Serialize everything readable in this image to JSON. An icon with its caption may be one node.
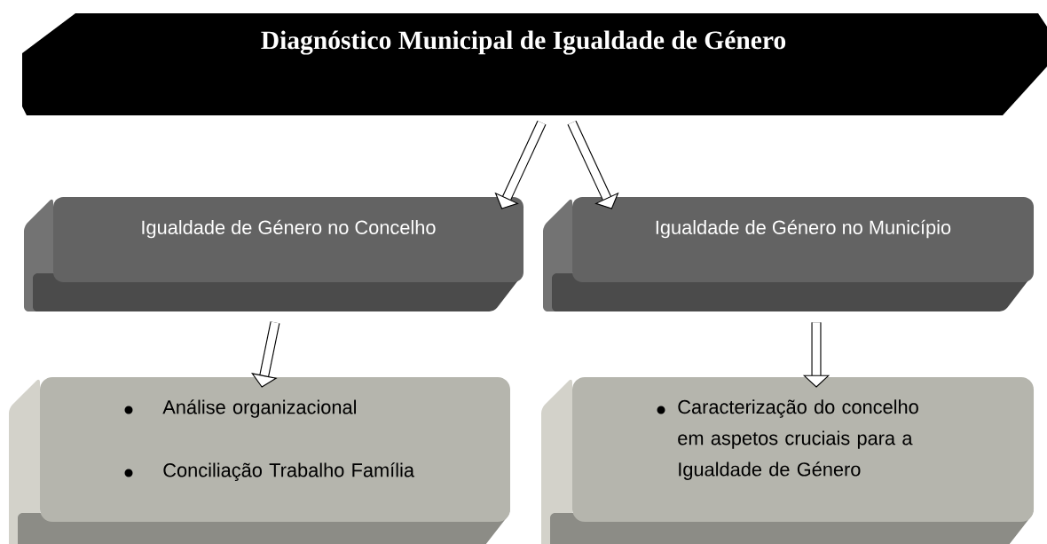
{
  "diagram": {
    "nodes": [
      {
        "text": [
          "Diagnóstico Municipal de Igualdade de Género"
        ]
      },
      {
        "text": [
          "Igualdade de Género no Concelho"
        ]
      },
      {
        "text": [
          "Igualdade de Género no Município"
        ]
      },
      {
        "text": [
          "Análise organizacional",
          "Conciliação Trabalho Família"
        ]
      },
      {
        "text": [
          "Caracterização do concelho em aspetos cruciais para a Igualdade de Género"
        ]
      }
    ],
    "edges": [
      {
        "from": 0,
        "to": 1,
        "arrow": "to"
      },
      {
        "from": 0,
        "to": 2,
        "arrow": "to"
      },
      {
        "from": 1,
        "to": 3,
        "arrow": "to"
      },
      {
        "from": 2,
        "to": 4,
        "arrow": "to"
      }
    ]
  }
}
